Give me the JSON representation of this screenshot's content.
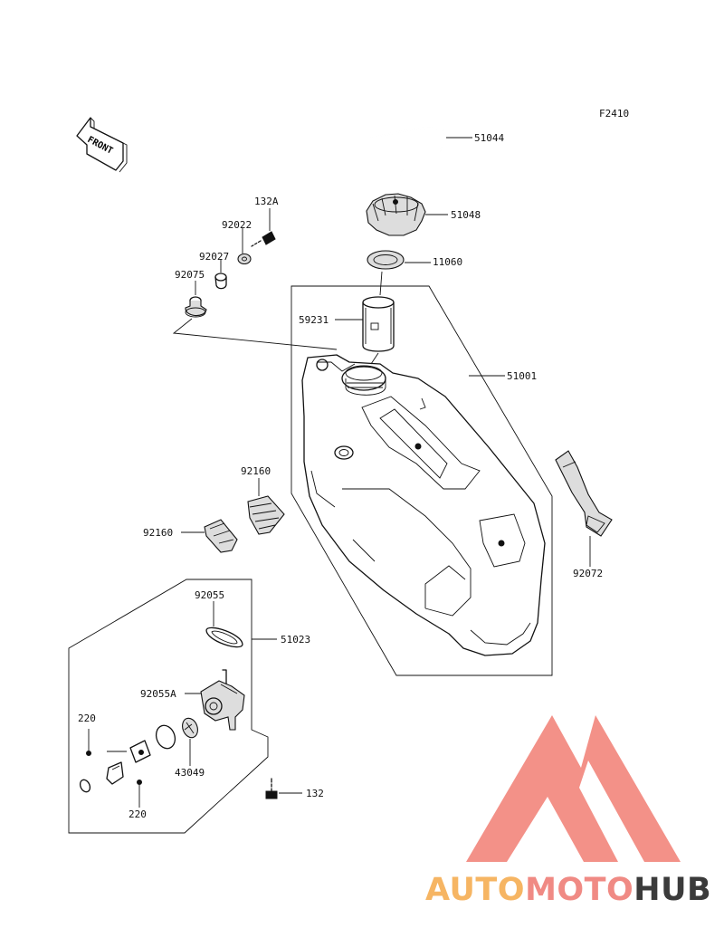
{
  "figure_code": "F2410",
  "front_arrow_text": "FRONT",
  "watermark": {
    "part1": "AUTO",
    "part2": "MOTO",
    "part3": "HUB",
    "color1": "#f6b563",
    "color2": "#f08a84",
    "color3": "#3b3b3b",
    "triangle_color": "#f28b82"
  },
  "labels": {
    "p51044": "51044",
    "p51048": "51048",
    "p11060": "11060",
    "p59231": "59231",
    "p51001": "51001",
    "p132A": "132A",
    "p92022": "92022",
    "p92027": "92027",
    "p92075": "92075",
    "p92160a": "92160",
    "p92160b": "92160",
    "p92072": "92072",
    "p92055": "92055",
    "p51023": "51023",
    "p92055A": "92055A",
    "p220a": "220",
    "p220b": "220",
    "p43049": "43049",
    "p132": "132"
  }
}
